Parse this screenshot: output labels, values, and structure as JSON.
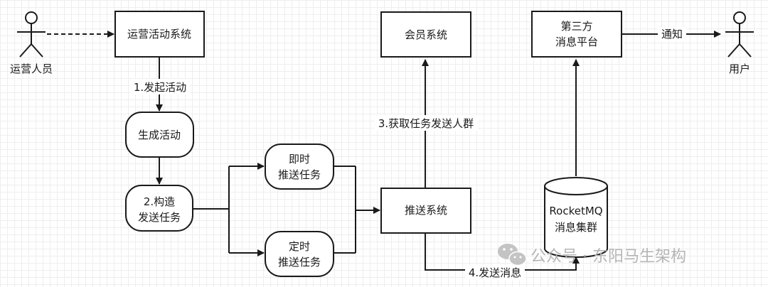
{
  "actors": {
    "operator": "运营人员",
    "user": "用户"
  },
  "nodes": {
    "ops_system": "运营活动系统",
    "generate_activity": "生成活动",
    "build_task_1": "2.构造",
    "build_task_2": "发送任务",
    "instant_1": "即时",
    "instant_2": "推送任务",
    "scheduled_1": "定时",
    "scheduled_2": "推送任务",
    "push_system": "推送系统",
    "member_system": "会员系统",
    "mq_1": "RocketMQ",
    "mq_2": "消息集群",
    "third_party_1": "第三方",
    "third_party_2": "消息平台"
  },
  "edges": {
    "launch": "1.发起活动",
    "get_audience": "3.获取任务发送人群",
    "send_message": "4.发送消息",
    "notify": "通知"
  },
  "watermark": {
    "text": "公众号 · 东阳马生架构",
    "icon": "wechat-icon"
  }
}
